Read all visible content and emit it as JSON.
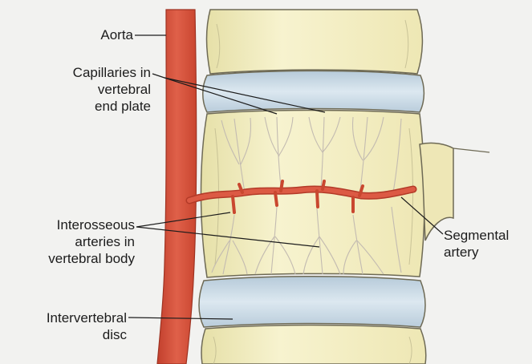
{
  "labels": {
    "aorta": "Aorta",
    "capillaries": "Capillaries in\nvertebral\nend plate",
    "interosseous": "Interosseous\narteries in\nvertebral body",
    "intervertebral_disc": "Intervertebral\ndisc",
    "segmental_artery": "Segmental\nartery"
  },
  "colors": {
    "background": "#f2f2f0",
    "bone": "#f4efbf",
    "disc": "#c9d9e6",
    "artery": "#d8533e",
    "capillary": "#c7bfb6",
    "outline": "#6e6a55",
    "leader": "#1c1c1c"
  }
}
